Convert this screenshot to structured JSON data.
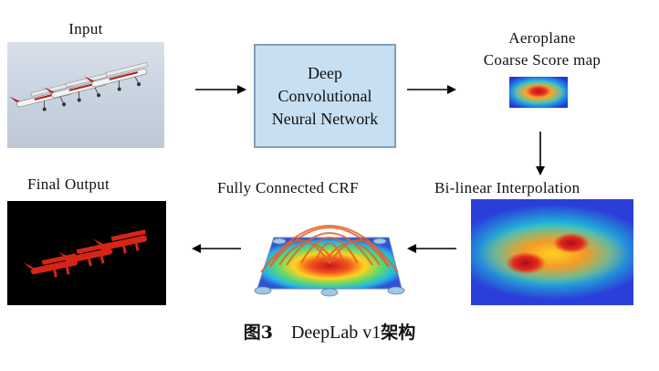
{
  "labels": {
    "input": "Input",
    "dcnn": "Deep Convolutional Neural Network",
    "coarse_line1": "Aeroplane",
    "coarse_line2": "Coarse  Score  map",
    "bilinear": "Bi-linear  Interpolation",
    "crf": "Fully  Connected  CRF",
    "final": "Final  Output"
  },
  "caption": {
    "fig_number": "图3",
    "title_latin": "DeepLab  v1",
    "title_cn": "架构"
  },
  "colors": {
    "network_fill": "#c7dff1",
    "network_border": "#7f9fbc",
    "segmentation_red": "#d62516"
  }
}
